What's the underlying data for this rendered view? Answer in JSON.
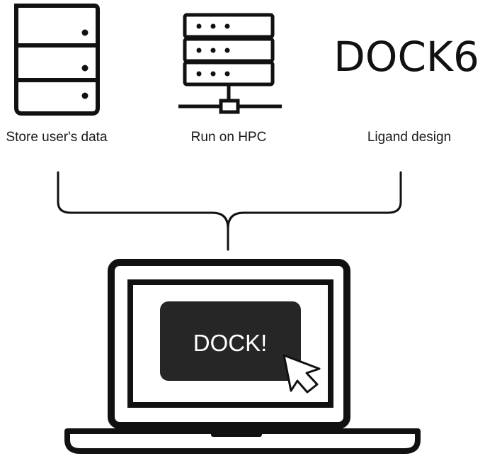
{
  "items": [
    {
      "label": "Store user's data",
      "icon": "database-icon"
    },
    {
      "label": "Run on HPC",
      "icon": "server-icon"
    },
    {
      "label": "Ligand design",
      "logo_text": "DOCK6"
    }
  ],
  "laptop": {
    "button_label": "DOCK!",
    "icon": "cursor-icon"
  },
  "colors": {
    "ink": "#111111",
    "button": "#262626",
    "button_text": "#ffffff"
  }
}
